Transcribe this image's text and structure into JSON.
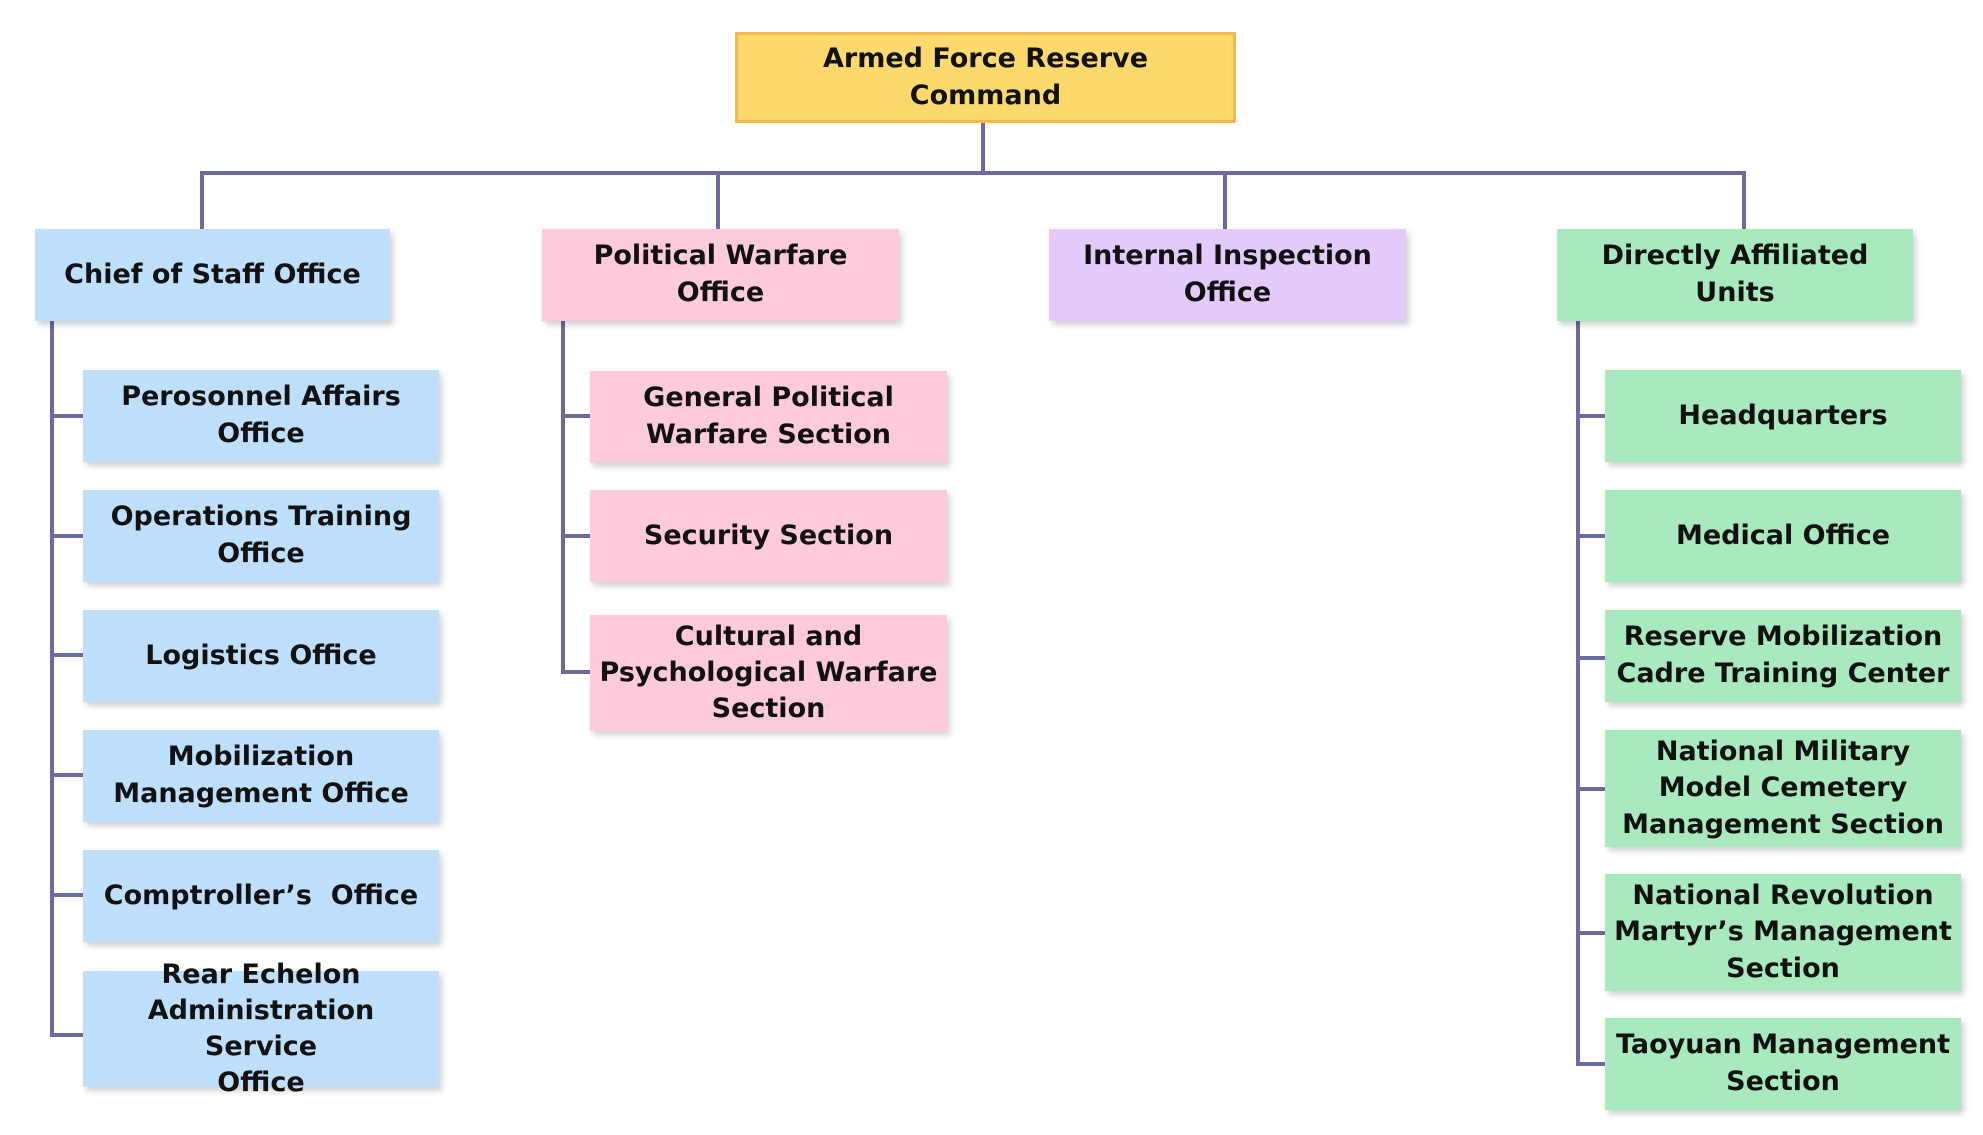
{
  "root": {
    "label": "Armed Force Reserve\nCommand",
    "color": "#fed96d"
  },
  "departments": [
    {
      "label": "Chief of Staff Office",
      "color": "#bfe0fd",
      "children": [
        "Perosonnel Affairs\nOffice",
        "Operations Training\nOffice",
        "Logistics Office",
        "Mobilization\nManagement Office",
        "Comptroller’s  Office",
        "Rear Echelon\nAdministration Service\nOffice"
      ]
    },
    {
      "label": "Political Warfare\nOffice",
      "color": "#fecade",
      "children": [
        "General Political\nWarfare Section",
        "Security Section",
        "Cultural and\nPsychological Warfare\nSection"
      ]
    },
    {
      "label": "Internal Inspection\nOffice",
      "color": "#e5cafd",
      "children": []
    },
    {
      "label": "Directly Affiliated\nUnits",
      "color": "#a8e9bd",
      "children": [
        "Headquarters",
        "Medical Office",
        "Reserve Mobilization\nCadre Training Center",
        "National Military\nModel Cemetery\nManagement Section",
        "National Revolution\nMartyr’s Management\nSection",
        "Taoyuan Management\nSection"
      ]
    }
  ],
  "connector_color": "#6b6aa3"
}
